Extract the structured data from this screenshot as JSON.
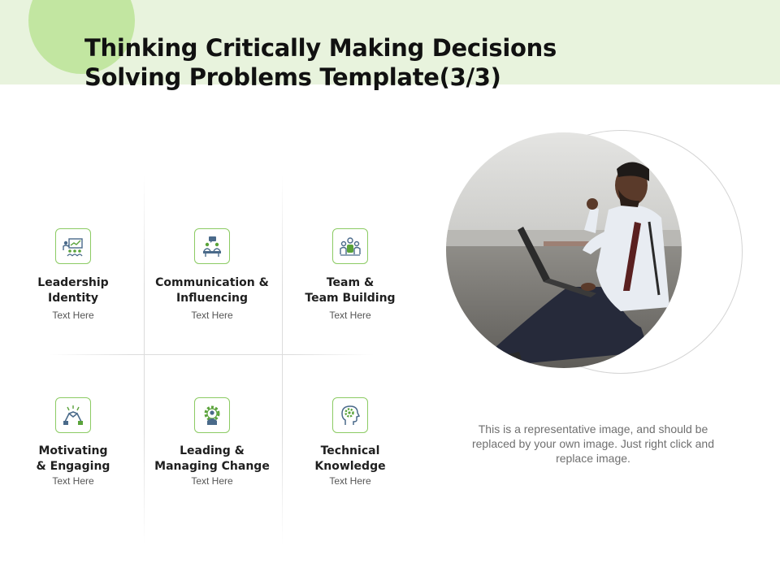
{
  "title": {
    "line1": "Thinking Critically Making Decisions",
    "line2": "Solving Problems Template(3/3)"
  },
  "cells": [
    {
      "line1": "Leadership",
      "line2": "Identity",
      "sub": "Text Here",
      "icon": "leadership-presentation-icon"
    },
    {
      "line1": "Communication &",
      "line2": "Influencing",
      "sub": "Text Here",
      "icon": "communication-meeting-icon"
    },
    {
      "line1": "Team &",
      "line2": "Team Building",
      "sub": "Text Here",
      "icon": "team-group-icon"
    },
    {
      "line1": "Motivating",
      "line2": "& Engaging",
      "sub": "Text Here",
      "icon": "handshake-icon"
    },
    {
      "line1": "Leading &",
      "line2": "Managing Change",
      "sub": "Text Here",
      "icon": "gear-person-icon"
    },
    {
      "line1": "Technical",
      "line2": "Knowledge",
      "sub": "Text Here",
      "icon": "brain-gear-icon"
    }
  ],
  "caption": "This is a representative image, and should be replaced by your own image. Just right click and replace image.",
  "colors": {
    "accent": "#8ccb63",
    "band": "#e8f3dd",
    "circle": "#c2e6a1"
  }
}
